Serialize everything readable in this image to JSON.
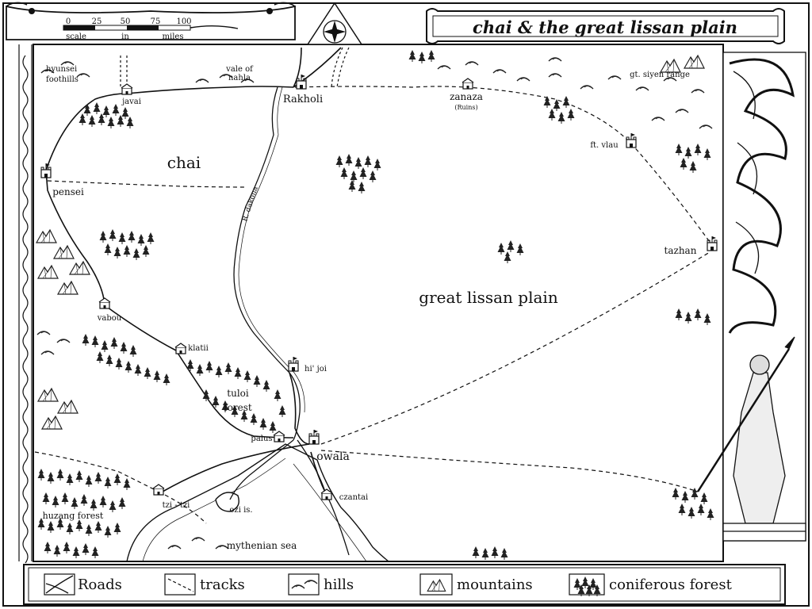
{
  "title": "chai & the great lissan plain",
  "scale": {
    "ticks": [
      "0",
      "25",
      "50",
      "75",
      "100"
    ],
    "label_left": "scale",
    "label_mid": "in",
    "label_right": "miles"
  },
  "places": {
    "hyunsei_foothills": [
      "hyunsei",
      "foothills"
    ],
    "vale_of_nahla": [
      "vale of",
      "nahla"
    ],
    "javai": "javai",
    "rakholi": "Rakholi",
    "zanaza": "zanaza",
    "zanaza_note": "(Ruins)",
    "gt_siyen_range": "gt. siyen range",
    "ft_vlau": "ft. vlau",
    "chai": "chai",
    "pensei": "pensei",
    "r_dakona": "R. dakona",
    "tazhan": "tazhan",
    "great_lissan_plain": "great lissan plain",
    "vabou": "vabou",
    "klatii": "klatii",
    "hi_joi": "hi' joi",
    "tuloi_forest": [
      "tuloi",
      "forest"
    ],
    "palus": "palus",
    "owala": "owala",
    "czantai": "czantai",
    "tzi_tzi": "tzi - tzi",
    "ozi_is": "ozi is.",
    "huzang_forest": "huzang forest",
    "mythenian_sea": "mythenian sea"
  },
  "legend": [
    {
      "label": "Roads",
      "icon": "road-icon"
    },
    {
      "label": "tracks",
      "icon": "track-icon"
    },
    {
      "label": "hills",
      "icon": "hill-icon"
    },
    {
      "label": "mountains",
      "icon": "mountain-icon"
    },
    {
      "label": "coniferous forest",
      "icon": "forest-icon"
    }
  ]
}
